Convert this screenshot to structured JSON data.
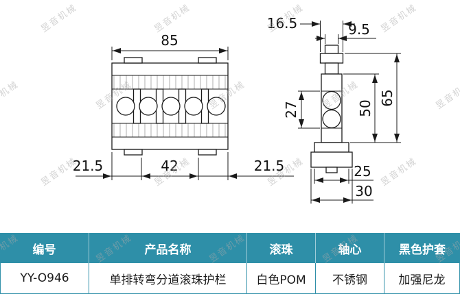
{
  "watermark": {
    "text": "昱音机械"
  },
  "drawing": {
    "front_view": {
      "dim_width": "85",
      "dim_left": "21.5",
      "dim_center": "42",
      "dim_right": "21.5"
    },
    "side_view": {
      "dim_top_width": "16.5",
      "dim_neck_width": "9.5",
      "dim_ball_section": "27",
      "dim_body_height": "50",
      "dim_total_height": "65",
      "dim_base_upper": "25",
      "dim_base_lower": "30"
    }
  },
  "table": {
    "header_bg": "#2e8fa8",
    "headers": [
      "编号",
      "产品名称",
      "滚珠",
      "轴心",
      "黑色护套"
    ],
    "row": [
      "YY-O946",
      "单排转弯分道滚珠护栏",
      "白色POM",
      "不锈钢",
      "加强尼龙"
    ]
  }
}
